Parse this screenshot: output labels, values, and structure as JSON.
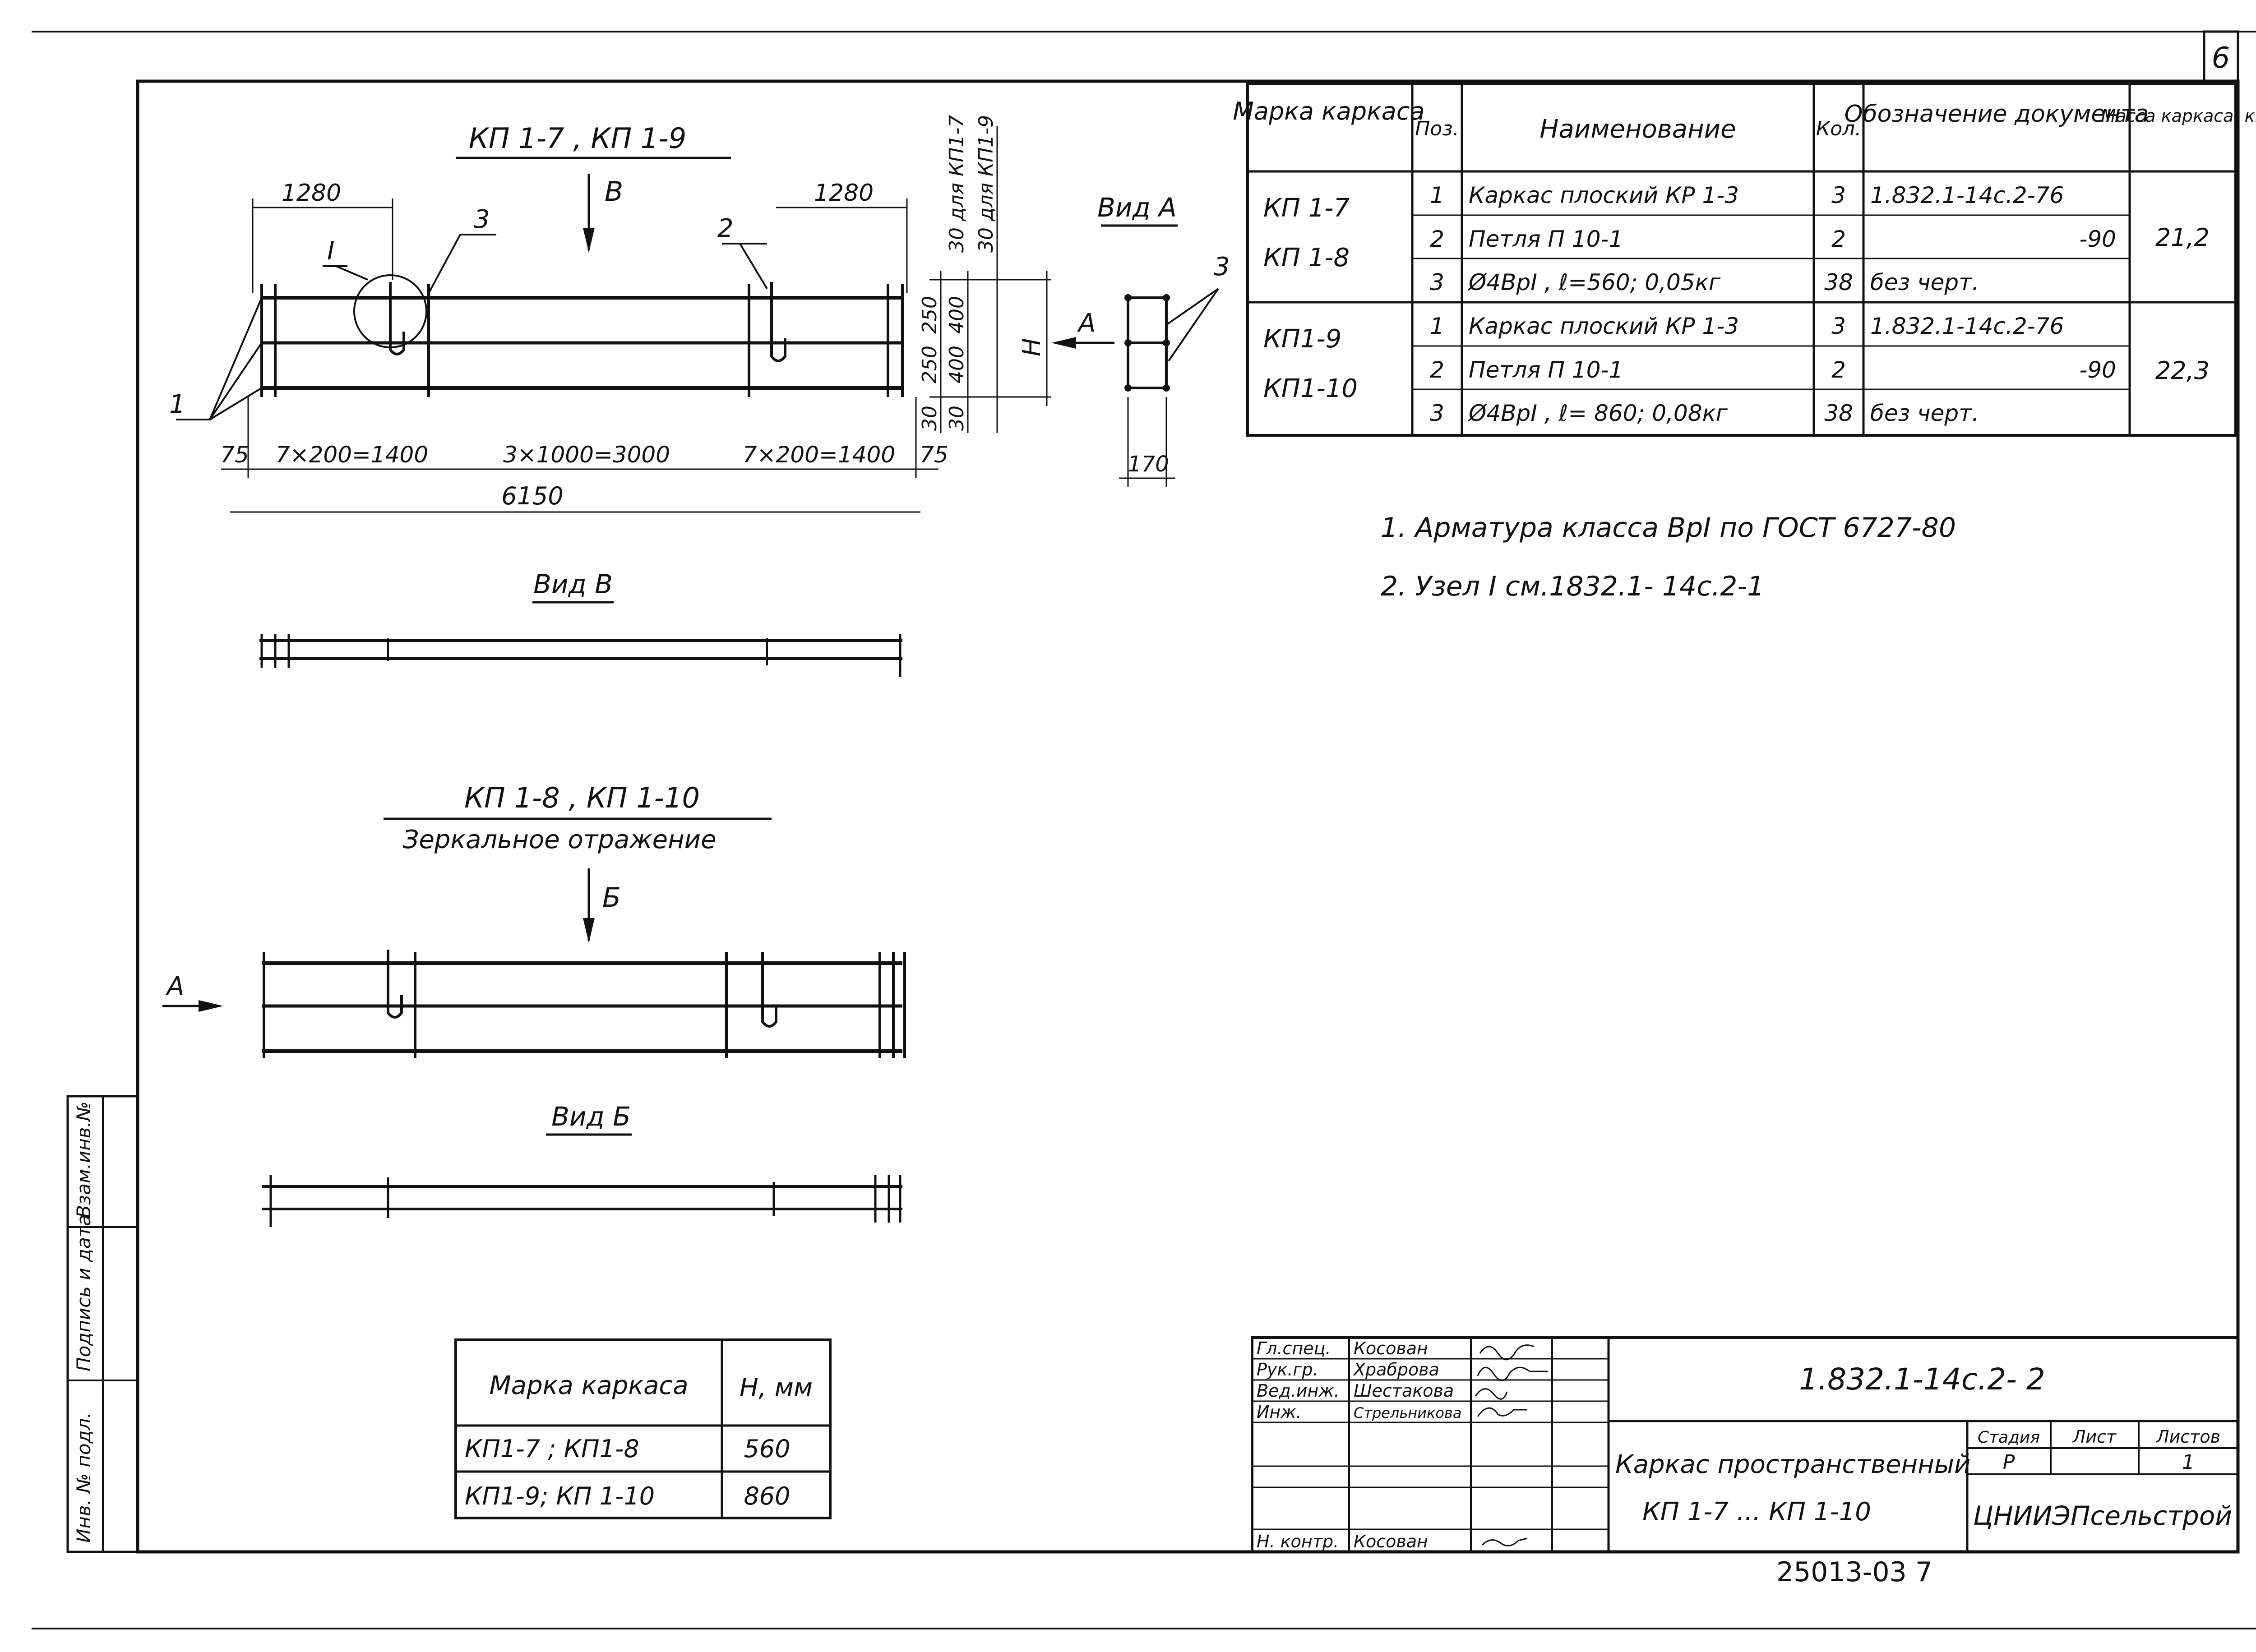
{
  "sheet_number": "6",
  "drawing1": {
    "title": "КП 1-7 , КП 1-9",
    "view_arrow": "В",
    "dims_top": [
      "1280",
      "1280"
    ],
    "callouts": [
      "I",
      "3",
      "2",
      "1"
    ],
    "dims_bottom": [
      "75",
      "7×200=1400",
      "3×1000=3000",
      "7×200=1400",
      "75"
    ],
    "total": "6150",
    "vdims": [
      "30",
      "250",
      "250",
      "30",
      "400",
      "400",
      "30 для КП1-7",
      "30 для КП1-9",
      "Н"
    ]
  },
  "view_a": {
    "label": "Вид А",
    "arrow": "А",
    "callout": "3",
    "width": "170"
  },
  "view_b_top": {
    "label": "Вид В"
  },
  "drawing2": {
    "title": "КП 1-8 , КП 1-10",
    "subtitle": "Зеркальное отражение",
    "arrow": "Б",
    "side_arrow": "А"
  },
  "view_b2": {
    "label": "Вид Б"
  },
  "spec": {
    "headers": [
      "Марка каркаса",
      "Поз.",
      "Наименование",
      "Кол.",
      "Обозначение документа",
      "Масса каркаса, кг"
    ],
    "groups": [
      {
        "marks": [
          "КП 1-7",
          "КП 1-8"
        ],
        "mass": "21,2",
        "rows": [
          {
            "pos": "1",
            "name": "Каркас плоский КР 1-3",
            "qty": "3",
            "doc": "1.832.1-14с.2-76"
          },
          {
            "pos": "2",
            "name": "Петля П 10-1",
            "qty": "2",
            "doc": "-90"
          },
          {
            "pos": "3",
            "name": "Ø4ВрI , ℓ=560; 0,05кг",
            "qty": "38",
            "doc": "без черт."
          }
        ]
      },
      {
        "marks": [
          "КП1-9",
          "КП1-10"
        ],
        "mass": "22,3",
        "rows": [
          {
            "pos": "1",
            "name": "Каркас плоский КР 1-3",
            "qty": "3",
            "doc": "1.832.1-14с.2-76"
          },
          {
            "pos": "2",
            "name": "Петля П 10-1",
            "qty": "2",
            "doc": "-90"
          },
          {
            "pos": "3",
            "name": "Ø4ВрI , ℓ= 860; 0,08кг",
            "qty": "38",
            "doc": "без черт."
          }
        ]
      }
    ]
  },
  "notes": [
    "1. Арматура класса ВрI по ГОСТ 6727-80",
    "2. Узел I см.1832.1- 14с.2-1"
  ],
  "h_table": {
    "headers": [
      "Марка каркаса",
      "Н, мм"
    ],
    "rows": [
      [
        "КП1-7 ; КП1-8",
        "560"
      ],
      [
        "КП1-9; КП 1-10",
        "860"
      ]
    ]
  },
  "title_block": {
    "roles": [
      "Гл.спец.",
      "Рук.гр.",
      "Вед.инж.",
      "Инж.",
      "Н. контр."
    ],
    "names": [
      "Косован",
      "Храброва",
      "Шестакова",
      "Стрельникова",
      "Косован"
    ],
    "code": "1.832.1-14с.2- 2",
    "title_lines": [
      "Каркас пространственный",
      "КП 1-7 ... КП 1-10"
    ],
    "stage_headers": [
      "Стадия",
      "Лист",
      "Листов"
    ],
    "stage": "Р",
    "sheets": "1",
    "org": "ЦНИИЭПсельстрой"
  },
  "side_stamp": [
    "Инв. № подл.",
    "Подпись и дата",
    "Взам.инв.№"
  ],
  "footer": "25013-03 7"
}
